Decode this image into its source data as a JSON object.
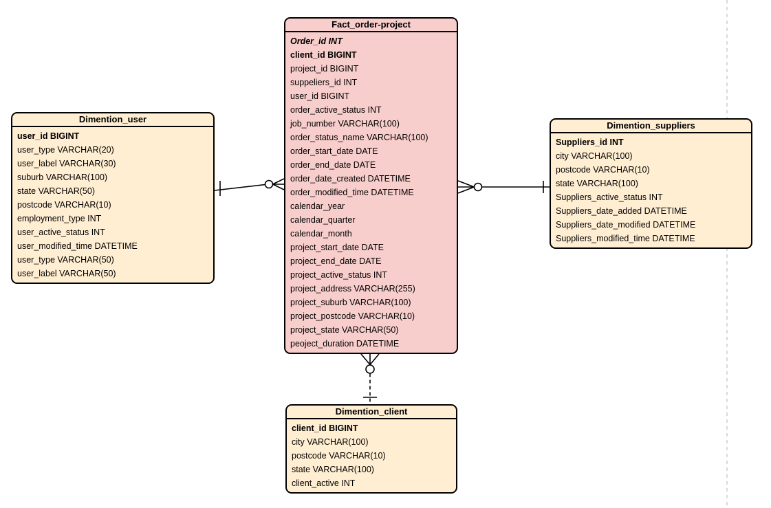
{
  "canvas": {
    "background": "#ffffff",
    "page_divider_color": "#c9c9c9"
  },
  "colors": {
    "fact_fill": "#f8cecc",
    "dimension_fill": "#ffeed2",
    "border": "#000000",
    "connector": "#000000"
  },
  "tables": [
    {
      "title": "Fact_order-project",
      "fill": "#f8cecc",
      "fields": [
        {
          "text": "Order_id  INT",
          "style": "bold-italic"
        },
        {
          "text": "client_id BIGINT",
          "style": "bold"
        },
        {
          "text": "project_id BIGINT",
          "style": "normal"
        },
        {
          "text": "suppeliers_id INT",
          "style": "normal"
        },
        {
          "text": "user_id BIGINT",
          "style": "normal"
        },
        {
          "text": "order_active_status INT",
          "style": "normal"
        },
        {
          "text": "job_number VARCHAR(100)",
          "style": "normal"
        },
        {
          "text": "order_status_name VARCHAR(100)",
          "style": "normal"
        },
        {
          "text": "order_start_date DATE",
          "style": "normal"
        },
        {
          "text": "order_end_date DATE",
          "style": "normal"
        },
        {
          "text": "order_date_created DATETIME",
          "style": "normal"
        },
        {
          "text": "order_modified_time DATETIME",
          "style": "normal"
        },
        {
          "text": "calendar_year",
          "style": "normal"
        },
        {
          "text": "calendar_quarter",
          "style": "normal"
        },
        {
          "text": "calendar_month",
          "style": "normal"
        },
        {
          "text": "project_start_date DATE",
          "style": "normal"
        },
        {
          "text": "project_end_date DATE",
          "style": "normal"
        },
        {
          "text": "project_active_status INT",
          "style": "normal"
        },
        {
          "text": "project_address VARCHAR(255)",
          "style": "normal"
        },
        {
          "text": "project_suburb VARCHAR(100)",
          "style": "normal"
        },
        {
          "text": "project_postcode VARCHAR(10)",
          "style": "normal"
        },
        {
          "text": "project_state VARCHAR(50)",
          "style": "normal"
        },
        {
          "text": "peoject_duration DATETIME",
          "style": "normal"
        }
      ]
    },
    {
      "title": "Dimention_user",
      "fill": "#ffeed2",
      "fields": [
        {
          "text": "user_id BIGINT",
          "style": "bold"
        },
        {
          "text": "user_type VARCHAR(20)",
          "style": "normal"
        },
        {
          "text": "user_label VARCHAR(30)",
          "style": "normal"
        },
        {
          "text": "suburb VARCHAR(100)",
          "style": "normal"
        },
        {
          "text": "state VARCHAR(50)",
          "style": "normal"
        },
        {
          "text": "postcode VARCHAR(10)",
          "style": "normal"
        },
        {
          "text": "employment_type INT",
          "style": "normal"
        },
        {
          "text": "user_active_status INT",
          "style": "normal"
        },
        {
          "text": "user_modified_time DATETIME",
          "style": "normal"
        },
        {
          "text": "user_type VARCHAR(50)",
          "style": "normal"
        },
        {
          "text": "user_label VARCHAR(50)",
          "style": "normal"
        }
      ]
    },
    {
      "title": "Dimention_suppliers",
      "fill": "#ffeed2",
      "fields": [
        {
          "text": "Suppliers_id INT",
          "style": "bold"
        },
        {
          "text": "city VARCHAR(100)",
          "style": "normal"
        },
        {
          "text": "postcode VARCHAR(10)",
          "style": "normal"
        },
        {
          "text": "state VARCHAR(100)",
          "style": "normal"
        },
        {
          "text": "Suppliers_active_status INT",
          "style": "normal"
        },
        {
          "text": "Suppliers_date_added DATETIME",
          "style": "normal"
        },
        {
          "text": "Suppliers_date_modified DATETIME",
          "style": "normal"
        },
        {
          "text": "Suppliers_modified_time DATETIME",
          "style": "normal"
        }
      ]
    },
    {
      "title": "Dimention_client",
      "fill": "#ffeed2",
      "fields": [
        {
          "text": "client_id BIGINT",
          "style": "bold"
        },
        {
          "text": "city VARCHAR(100)",
          "style": "normal"
        },
        {
          "text": "postcode VARCHAR(10)",
          "style": "normal"
        },
        {
          "text": "state VARCHAR(100)",
          "style": "normal"
        },
        {
          "text": "client_active INT",
          "style": "normal"
        }
      ]
    }
  ],
  "relationships": [
    {
      "from": "Dimention_user",
      "to": "Fact_order-project",
      "from_cardinality": "one",
      "to_cardinality": "zero-or-many",
      "line": "solid"
    },
    {
      "from": "Dimention_suppliers",
      "to": "Fact_order-project",
      "from_cardinality": "one",
      "to_cardinality": "zero-or-many",
      "line": "solid"
    },
    {
      "from": "Dimention_client",
      "to": "Fact_order-project",
      "from_cardinality": "one",
      "to_cardinality": "zero-or-many",
      "line": "dashed"
    }
  ]
}
